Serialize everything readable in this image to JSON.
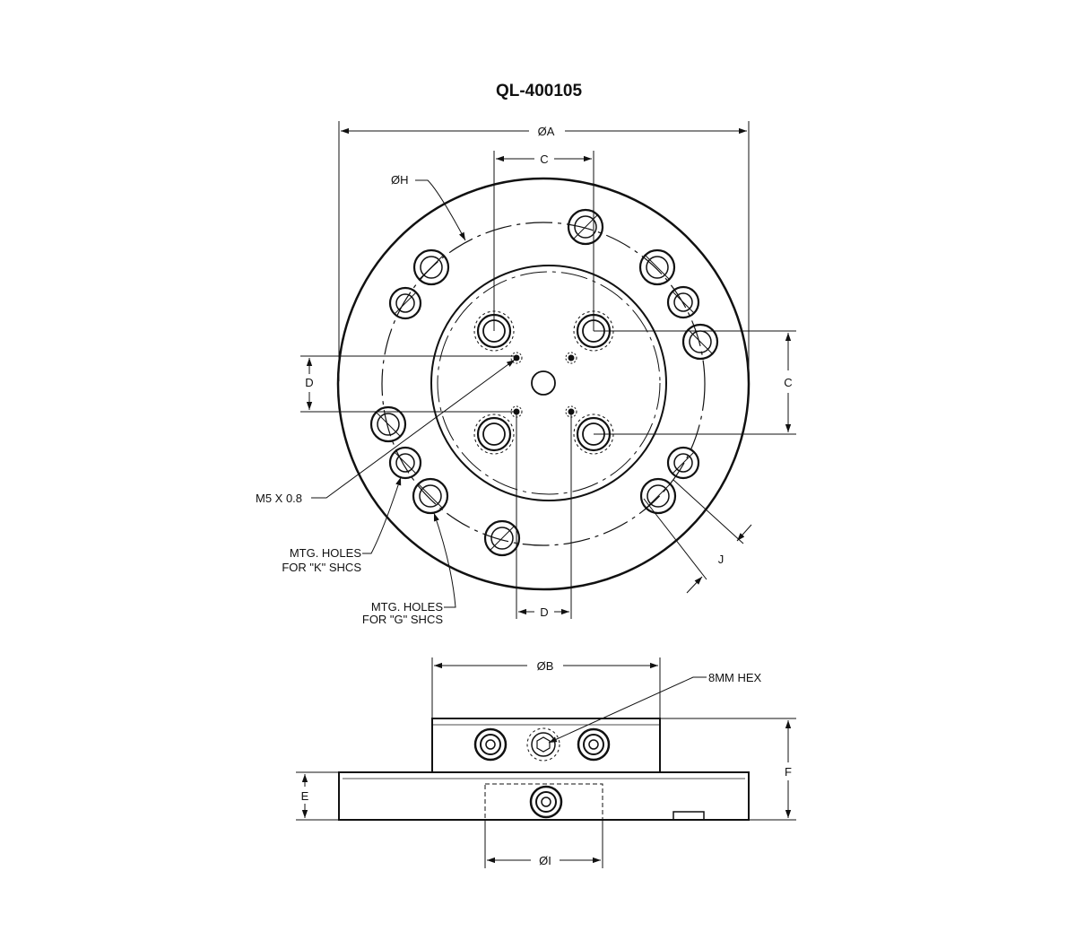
{
  "title": "QL-400105",
  "labels": {
    "dia_a": "ØA",
    "dia_b": "ØB",
    "dia_h": "ØH",
    "dia_i": "ØI",
    "c_top": "C",
    "c_right": "C",
    "d_left": "D",
    "d_bottom": "D",
    "e": "E",
    "f": "F",
    "j": "J",
    "m5": "M5 X 0.8",
    "k_line1": "MTG. HOLES",
    "k_line2": "FOR \"K\" SHCS",
    "g_line1": "MTG. HOLES",
    "g_line2": "FOR \"G\" SHCS",
    "hex": "8MM HEX"
  },
  "colors": {
    "ink": "#111111",
    "background": "#ffffff"
  }
}
